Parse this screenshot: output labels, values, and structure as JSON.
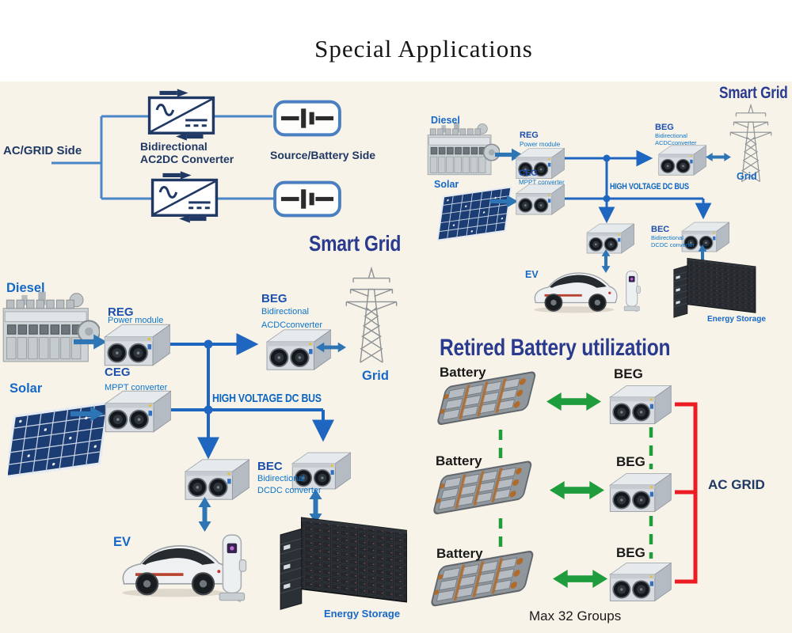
{
  "page": {
    "title": "Special Applications"
  },
  "colors": {
    "cream_bg": "#f8f3e8",
    "navy": "#1f3864",
    "line_blue": "#4a86c8",
    "battery_border": "#4a7fc1",
    "deep_blue_title": "#2a3b8f",
    "module_label_blue": "#1c4fae",
    "source_label_blue": "#1668c8",
    "sub_label_blue": "#0a74cc",
    "bus_blue": "#1e66c0",
    "block_arrow_blue": "#2e75b6",
    "green": "#1f9d3d",
    "red": "#ed1c24"
  },
  "icons": [
    "converter-box-icon",
    "battery-terminal-icon",
    "diesel-engine-icon",
    "solar-panel-icon",
    "power-module-icon",
    "grid-tower-icon",
    "ev-car-icon",
    "ev-charger-icon",
    "energy-storage-rack-icon",
    "ev-battery-pack-icon",
    "block-arrow-icon",
    "double-arrow-icon"
  ],
  "bidirectional_converter": {
    "ac_side": "AC/GRID Side",
    "converter_line1": "Bidirectional",
    "converter_line2": "AC2DC Converter",
    "battery_side": "Source/Battery Side"
  },
  "smart_grid": {
    "title": "Smart Grid",
    "diesel": "Diesel",
    "solar": "Solar",
    "reg": "REG",
    "reg_sub": "Power module",
    "ceg": "CEG",
    "ceg_sub": "MPPT  converter",
    "beg": "BEG",
    "beg_sub1": "Bidirectional",
    "beg_sub2": "ACDCconverter",
    "bus": "HIGH VOLTAGE  DC BUS",
    "grid": "Grid",
    "bec": "BEC",
    "bec_sub1": "Bidirectional",
    "bec_sub2": "DCDC  converter",
    "ev": "EV",
    "storage": "Energy Storage"
  },
  "retired_battery": {
    "title": "Retired Battery utilization",
    "rows": [
      {
        "battery": "Battery",
        "beg": "BEG"
      },
      {
        "battery": "Battery",
        "beg": "BEG"
      },
      {
        "battery": "Battery",
        "beg": "BEG"
      }
    ],
    "ac_grid": "AC GRID",
    "max_groups": "Max 32 Groups"
  }
}
